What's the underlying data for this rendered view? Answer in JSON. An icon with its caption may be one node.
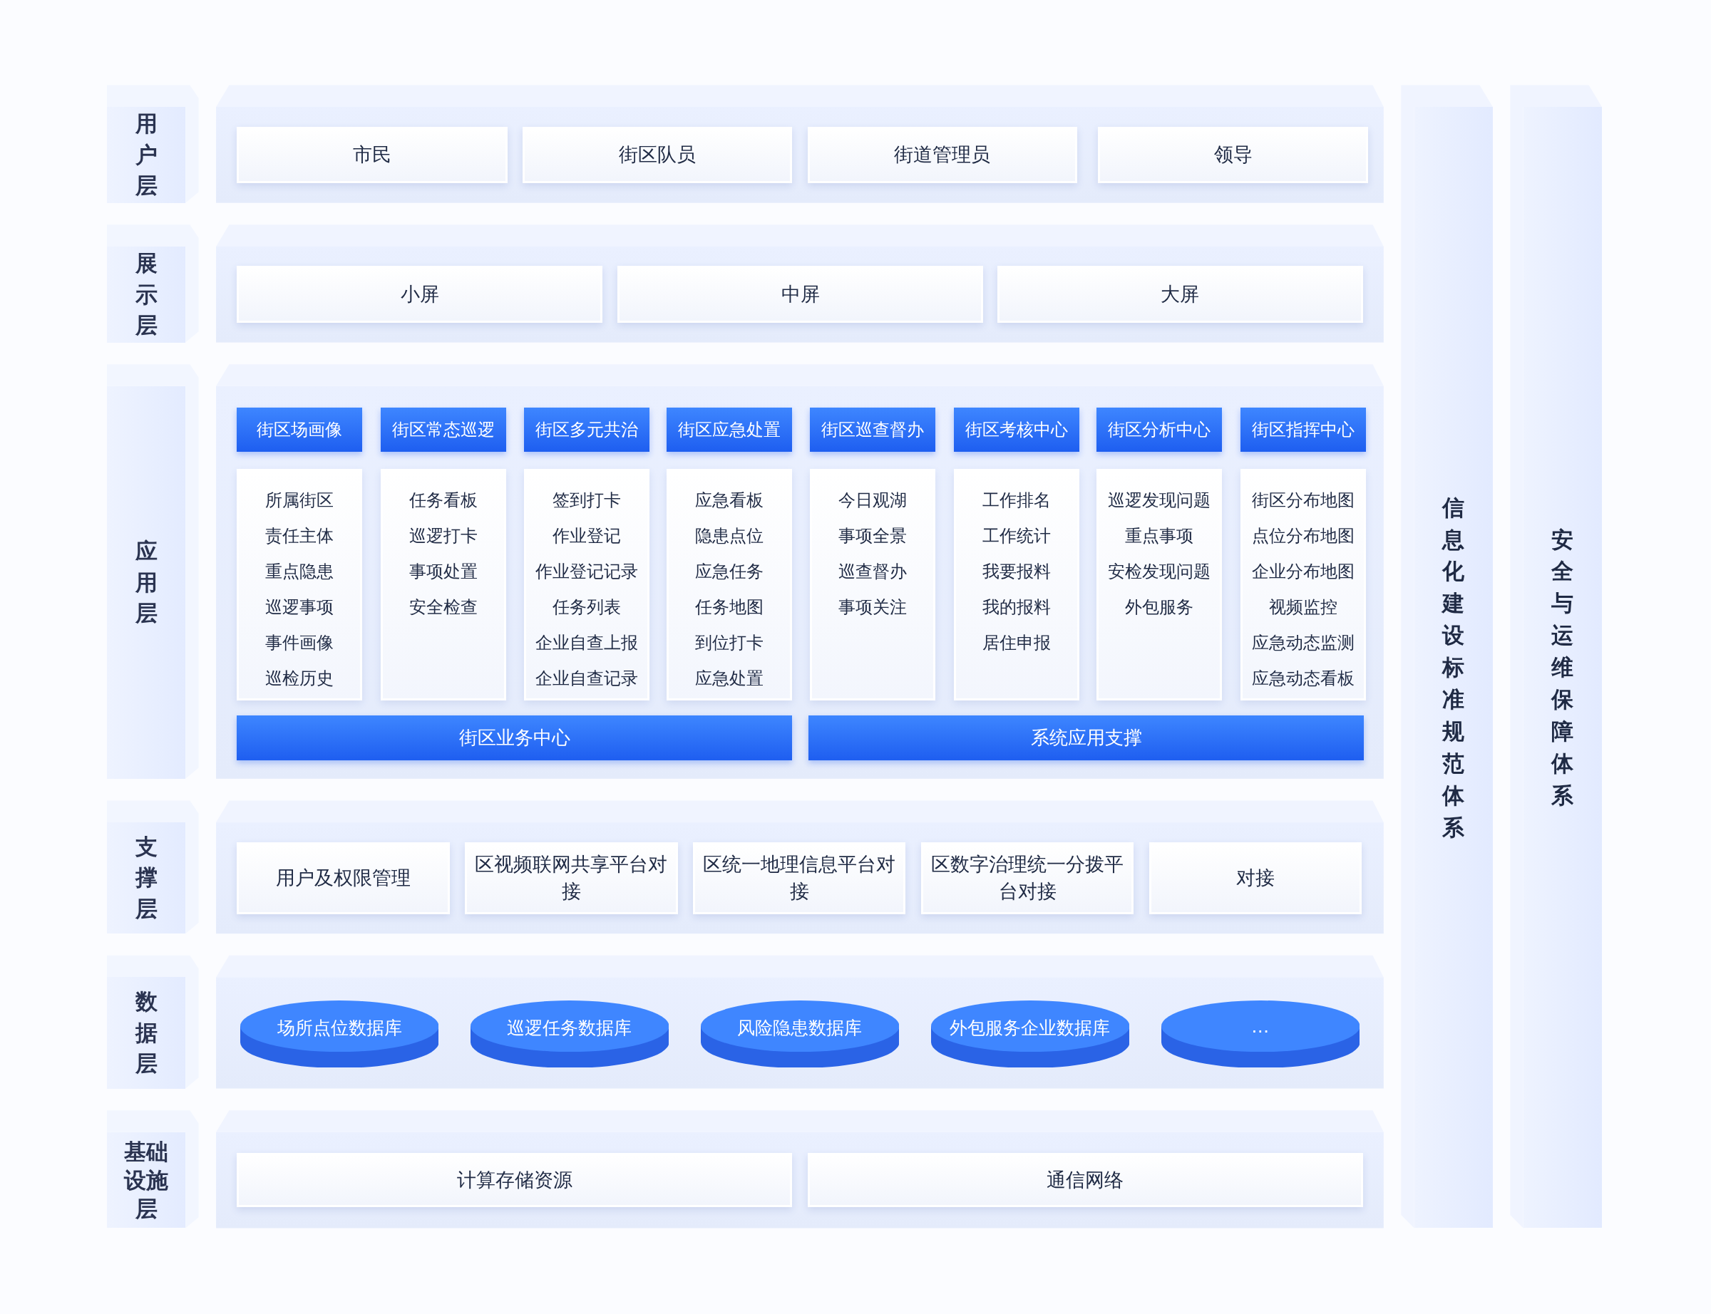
{
  "diagram": {
    "nodes": [
      {
        "text": [
          "用户层"
        ]
      },
      {
        "text": [
          "市民"
        ]
      },
      {
        "text": [
          "街区队员"
        ]
      },
      {
        "text": [
          "街道管理员"
        ]
      },
      {
        "text": [
          "领导"
        ]
      },
      {
        "text": [
          "展示层"
        ]
      },
      {
        "text": [
          "小屏"
        ]
      },
      {
        "text": [
          "中屏"
        ]
      },
      {
        "text": [
          "大屏"
        ]
      },
      {
        "text": [
          "应用层"
        ]
      },
      {
        "text": [
          "街区场画像"
        ]
      },
      {
        "text": [
          "所属街区",
          "责任主体",
          "重点隐患",
          "巡逻事项",
          "事件画像",
          "巡检历史"
        ]
      },
      {
        "text": [
          "街区常态巡逻"
        ]
      },
      {
        "text": [
          "任务看板",
          "巡逻打卡",
          "事项处置",
          "安全检查"
        ]
      },
      {
        "text": [
          "街区多元共治"
        ]
      },
      {
        "text": [
          "签到打卡",
          "作业登记",
          "作业登记记录",
          "任务列表",
          "企业自查上报",
          "企业自查记录"
        ]
      },
      {
        "text": [
          "街区应急处置"
        ]
      },
      {
        "text": [
          "应急看板",
          "隐患点位",
          "应急任务",
          "任务地图",
          "到位打卡",
          "应急处置"
        ]
      },
      {
        "text": [
          "街区巡查督办"
        ]
      },
      {
        "text": [
          "今日观湖",
          "事项全景",
          "巡查督办",
          "事项关注"
        ]
      },
      {
        "text": [
          "街区考核中心"
        ]
      },
      {
        "text": [
          "工作排名",
          "工作统计",
          "我要报料",
          "我的报料",
          "居住申报"
        ]
      },
      {
        "text": [
          "街区分析中心"
        ]
      },
      {
        "text": [
          "巡逻发现问题",
          "重点事项",
          "安检发现问题",
          "外包服务"
        ]
      },
      {
        "text": [
          "街区指挥中心"
        ]
      },
      {
        "text": [
          "街区分布地图",
          "点位分布地图",
          "企业分布地图",
          "视频监控",
          "应急动态监测",
          "应急动态看板"
        ]
      },
      {
        "text": [
          "街区业务中心"
        ]
      },
      {
        "text": [
          "系统应用支撑"
        ]
      },
      {
        "text": [
          "支撑层"
        ]
      },
      {
        "text": [
          "用户及权限管理"
        ]
      },
      {
        "text": [
          "区视频联网共享平台对接"
        ]
      },
      {
        "text": [
          "区统一地理信息平台对接"
        ]
      },
      {
        "text": [
          "区数字治理统一分拨平台对接"
        ]
      },
      {
        "text": [
          "对接"
        ]
      },
      {
        "text": [
          "数据层"
        ]
      },
      {
        "text": [
          "场所点位数据库"
        ]
      },
      {
        "text": [
          "巡逻任务数据库"
        ]
      },
      {
        "text": [
          "风险隐患数据库"
        ]
      },
      {
        "text": [
          "外包服务企业数据库"
        ]
      },
      {
        "text": [
          "…"
        ]
      },
      {
        "text": [
          "基础设施层"
        ]
      },
      {
        "text": [
          "计算存储资源"
        ]
      },
      {
        "text": [
          "通信网络"
        ]
      },
      {
        "text": [
          "信息化建设标准规范体系"
        ]
      },
      {
        "text": [
          "安全与运维保障体系"
        ]
      }
    ]
  }
}
